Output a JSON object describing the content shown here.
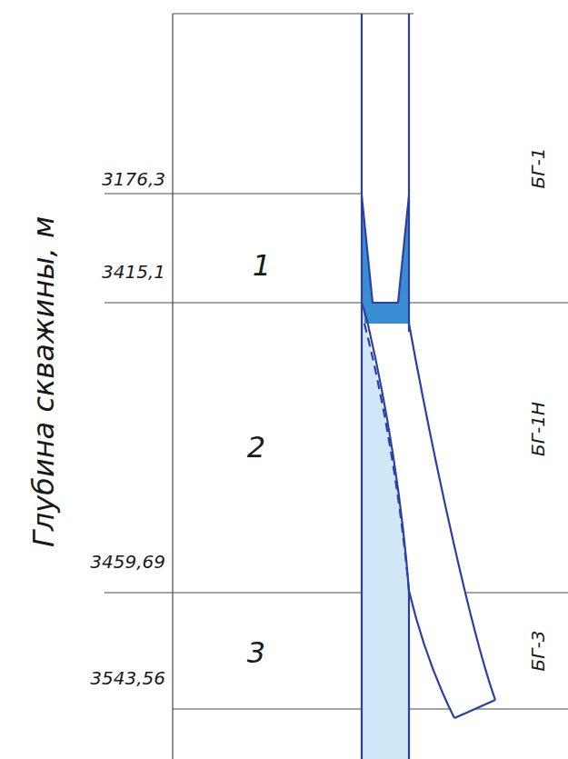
{
  "diagram": {
    "labels": [
      "Глубина скважины, м",
      "3176,3",
      "3415,1",
      "3459,69",
      "3543,56",
      "1",
      "2",
      "3",
      "БГ-1",
      "БГ-1Н",
      "БГ-3"
    ]
  }
}
